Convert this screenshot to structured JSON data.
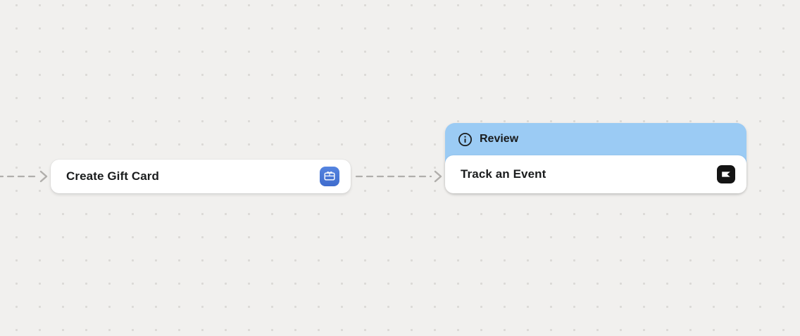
{
  "canvas": {
    "background_color": "#f1f0ee",
    "dot_color": "#dbd9d6",
    "connector_color": "#b0aeab"
  },
  "nodes": [
    {
      "id": "create-gift-card",
      "label": "Create Gift Card",
      "icon": "gift-card-icon",
      "icon_bg": "#4a78d8"
    },
    {
      "id": "track-an-event",
      "badge": "Review",
      "badge_icon": "info-icon",
      "badge_bg": "#9bcbf4",
      "label": "Track an Event",
      "icon": "klaviyo-icon",
      "icon_bg": "#141414"
    }
  ],
  "connectors": [
    {
      "id": "incoming-left",
      "style": "dashed-arrow"
    },
    {
      "id": "gift-card-to-track-event",
      "style": "dashed-arrow"
    }
  ]
}
